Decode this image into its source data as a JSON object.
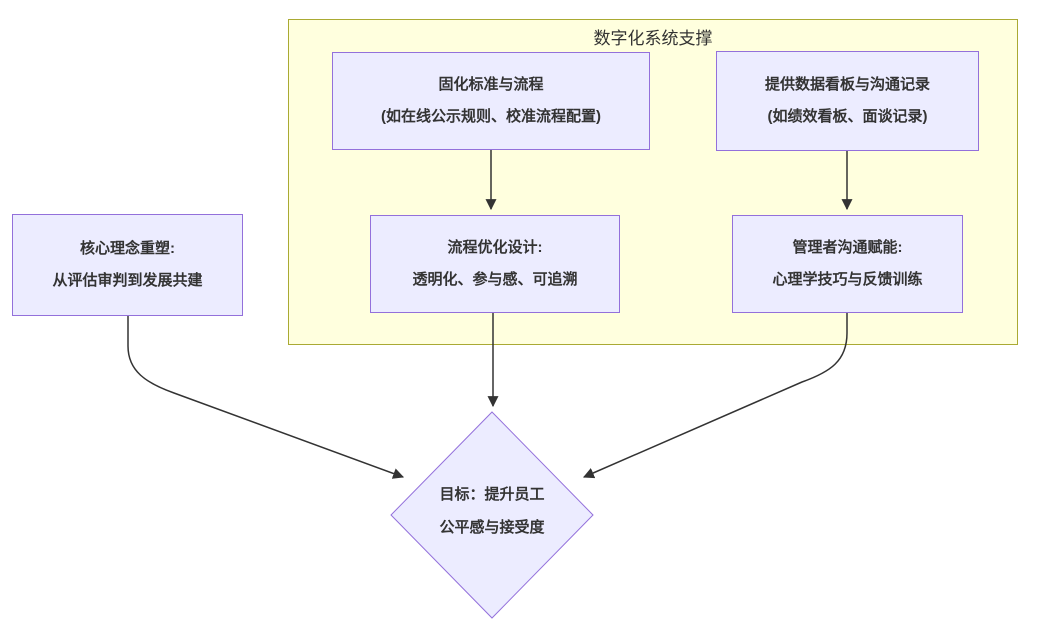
{
  "diagram": {
    "cluster": {
      "title": "数字化系统支撑",
      "fill": "#ffffde",
      "border_color": "#aaaa33"
    },
    "node_style": {
      "fill": "#ececff",
      "border_color": "#9370db",
      "text_color": "#333333"
    },
    "arrow_color": "#333333",
    "nodes": {
      "standards": {
        "line1": "固化标准与流程",
        "line2": "(如在线公示规则、校准流程配置)"
      },
      "dashboards": {
        "line1": "提供数据看板与沟通记录",
        "line2": "(如绩效看板、面谈记录)"
      },
      "process_design": {
        "line1": "流程优化设计:",
        "line2": "透明化、参与感、可追溯"
      },
      "manager_comm": {
        "line1": "管理者沟通赋能:",
        "line2": "心理学技巧与反馈训练"
      },
      "core_concept": {
        "line1": "核心理念重塑:",
        "line2": "从评估审判到发展共建"
      },
      "goal": {
        "line1": "目标：提升员工",
        "line2": "公平感与接受度"
      }
    },
    "edges": [
      {
        "from": "standards",
        "to": "process_design"
      },
      {
        "from": "dashboards",
        "to": "manager_comm"
      },
      {
        "from": "core_concept",
        "to": "goal"
      },
      {
        "from": "process_design",
        "to": "goal"
      },
      {
        "from": "manager_comm",
        "to": "goal"
      }
    ]
  }
}
